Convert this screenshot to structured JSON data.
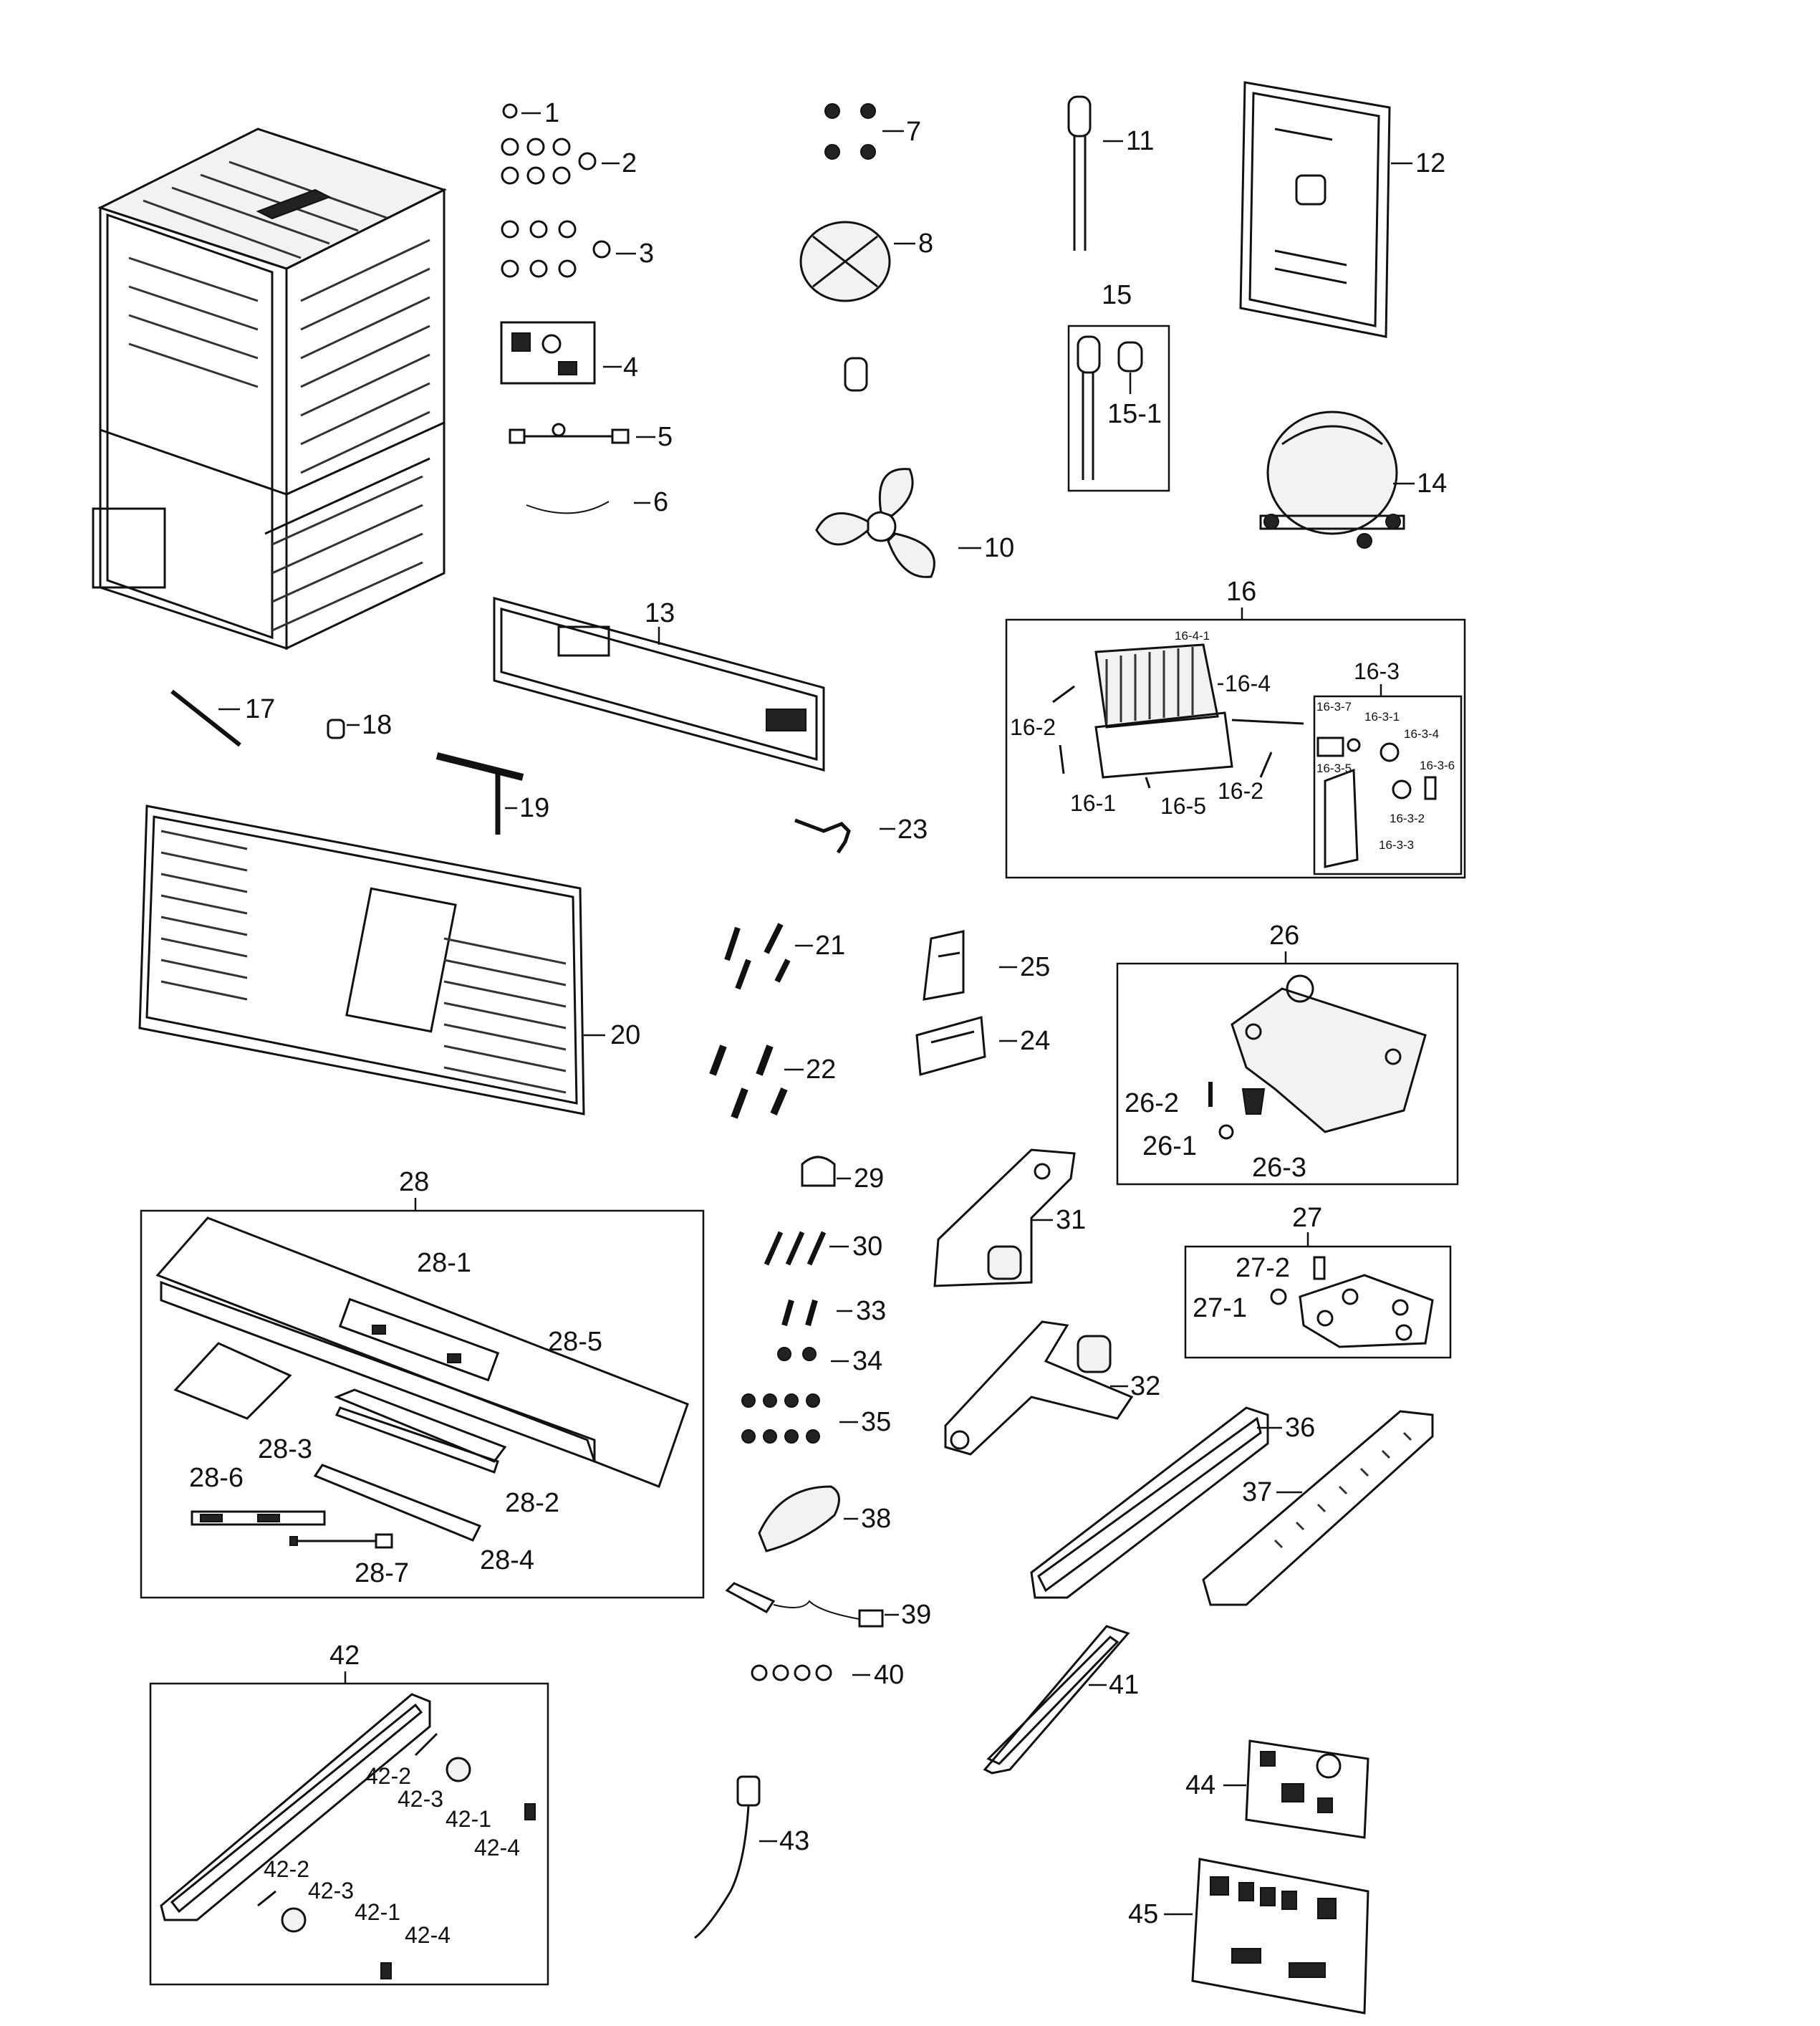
{
  "labels": {
    "l1": "1",
    "l2": "2",
    "l3": "3",
    "l4": "4",
    "l5": "5",
    "l6": "6",
    "l7": "7",
    "l8": "8",
    "l10": "10",
    "l11": "11",
    "l12": "12",
    "l13": "13",
    "l14": "14",
    "l15": "15",
    "l15_1": "15-1",
    "l16": "16",
    "l16_1": "16-1",
    "l16_2a": "16-2",
    "l16_2b": "16-2",
    "l16_3": "16-3",
    "l16_3_1": "16-3-1",
    "l16_3_2": "16-3-2",
    "l16_3_3": "16-3-3",
    "l16_3_4": "16-3-4",
    "l16_3_5": "16-3-5",
    "l16_3_6": "16-3-6",
    "l16_3_7": "16-3-7",
    "l16_4": "16-4",
    "l16_4_1": "16-4-1",
    "l16_5": "16-5",
    "l17": "17",
    "l18": "18",
    "l19": "19",
    "l20": "20",
    "l21": "21",
    "l22": "22",
    "l23": "23",
    "l24": "24",
    "l25": "25",
    "l26": "26",
    "l26_1": "26-1",
    "l26_2": "26-2",
    "l26_3": "26-3",
    "l27": "27",
    "l27_1": "27-1",
    "l27_2": "27-2",
    "l28": "28",
    "l28_1": "28-1",
    "l28_2": "28-2",
    "l28_3": "28-3",
    "l28_4": "28-4",
    "l28_5": "28-5",
    "l28_6": "28-6",
    "l28_7": "28-7",
    "l29": "29",
    "l30": "30",
    "l31": "31",
    "l32": "32",
    "l33": "33",
    "l34": "34",
    "l35": "35",
    "l36": "36",
    "l37": "37",
    "l38": "38",
    "l39": "39",
    "l40": "40",
    "l41": "41",
    "l42": "42",
    "l42_1a": "42-1",
    "l42_1b": "42-1",
    "l42_2a": "42-2",
    "l42_2b": "42-2",
    "l42_3a": "42-3",
    "l42_3b": "42-3",
    "l42_4a": "42-4",
    "l42_4b": "42-4",
    "l43": "43",
    "l44": "44",
    "l45": "45"
  }
}
